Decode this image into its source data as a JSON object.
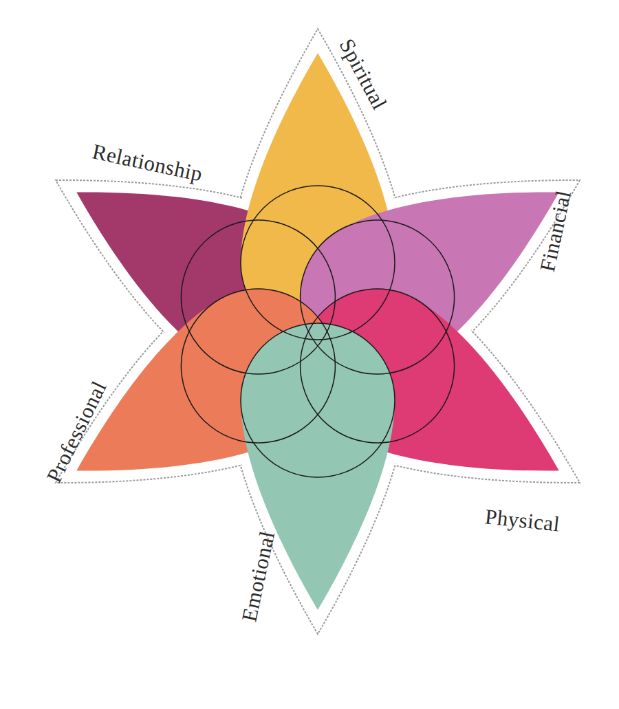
{
  "diagram": {
    "labels": [
      "Spiritual",
      "Financial",
      "Physical",
      "Emotional",
      "Professional",
      "Relationship"
    ]
  }
}
